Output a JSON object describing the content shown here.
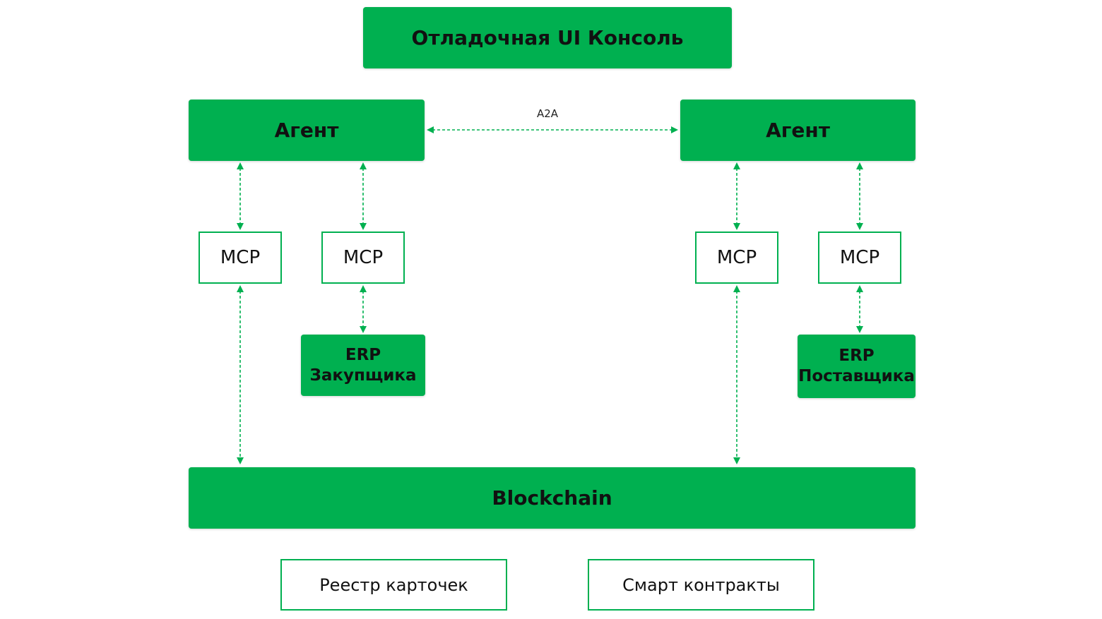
{
  "nodes": {
    "console": "Отладочная UI Консоль",
    "agent_left": "Агент",
    "agent_right": "Агент",
    "mcp_1": "MCP",
    "mcp_2": "MCP",
    "mcp_3": "MCP",
    "mcp_4": "MCP",
    "erp_buyer": [
      "ERP",
      "Закупщика"
    ],
    "erp_supplier": [
      "ERP",
      "Поставщика"
    ],
    "blockchain": "Blockchain",
    "registry": "Реестр карточек",
    "contracts": "Смарт контракты"
  },
  "edges": {
    "a2a_label": "A2A"
  },
  "colors": {
    "accent": "#00b050",
    "text": "#111111",
    "background": "#ffffff"
  }
}
